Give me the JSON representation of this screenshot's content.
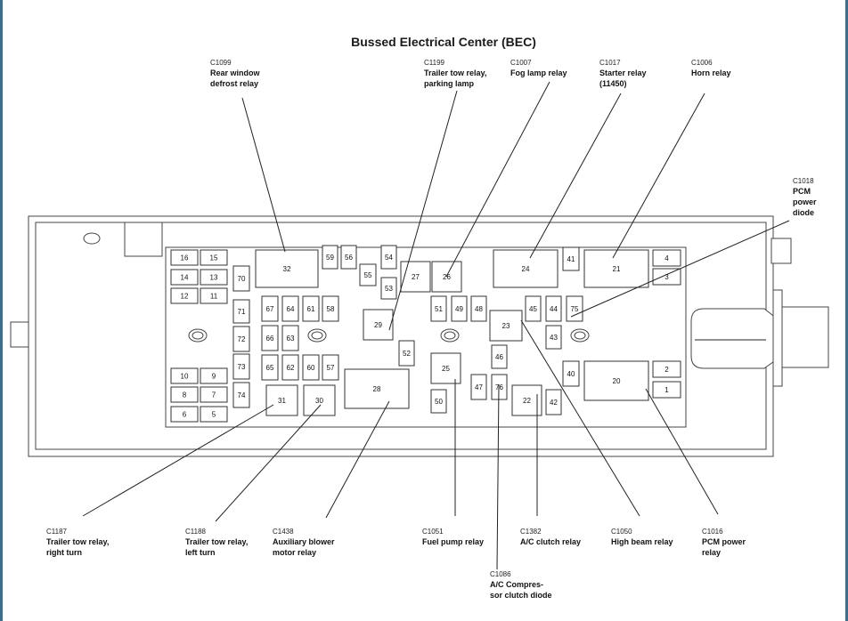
{
  "title": "Bussed Electrical Center (BEC)",
  "fuses": [
    "16",
    "15",
    "14",
    "13",
    "12",
    "11",
    "70",
    "71",
    "72",
    "73",
    "74",
    "10",
    "9",
    "8",
    "7",
    "6",
    "5",
    "32",
    "59",
    "56",
    "54",
    "55",
    "53",
    "27",
    "26",
    "24",
    "41",
    "21",
    "4",
    "3",
    "67",
    "64",
    "61",
    "58",
    "66",
    "63",
    "65",
    "62",
    "60",
    "57",
    "29",
    "52",
    "28",
    "31",
    "30",
    "51",
    "49",
    "48",
    "25",
    "50",
    "23",
    "46",
    "47",
    "76",
    "22",
    "45",
    "44",
    "75",
    "43",
    "42",
    "40",
    "20",
    "2",
    "1"
  ],
  "labels": [
    {
      "code": "C1099",
      "lines": [
        "Rear window",
        "defrost relay"
      ]
    },
    {
      "code": "C1199",
      "lines": [
        "Trailer tow relay,",
        "parking lamp"
      ]
    },
    {
      "code": "C1007",
      "lines": [
        "Fog lamp relay"
      ]
    },
    {
      "code": "C1017",
      "lines": [
        "Starter relay",
        "(11450)"
      ]
    },
    {
      "code": "C1006",
      "lines": [
        "Horn relay"
      ]
    },
    {
      "code": "C1018",
      "lines": [
        "PCM",
        "power",
        "diode"
      ]
    },
    {
      "code": "C1187",
      "lines": [
        "Trailer tow relay,",
        "right turn"
      ]
    },
    {
      "code": "C1188",
      "lines": [
        "Trailer tow relay,",
        "left turn"
      ]
    },
    {
      "code": "C1438",
      "lines": [
        "Auxiliary blower",
        "motor relay"
      ]
    },
    {
      "code": "C1051",
      "lines": [
        "Fuel pump relay"
      ]
    },
    {
      "code": "C1382",
      "lines": [
        "A/C clutch relay"
      ]
    },
    {
      "code": "C1050",
      "lines": [
        "High beam relay"
      ]
    },
    {
      "code": "C1016",
      "lines": [
        "PCM power",
        "relay"
      ]
    },
    {
      "code": "C1086",
      "lines": [
        "A/C Compres-",
        "sor clutch diode"
      ]
    }
  ]
}
